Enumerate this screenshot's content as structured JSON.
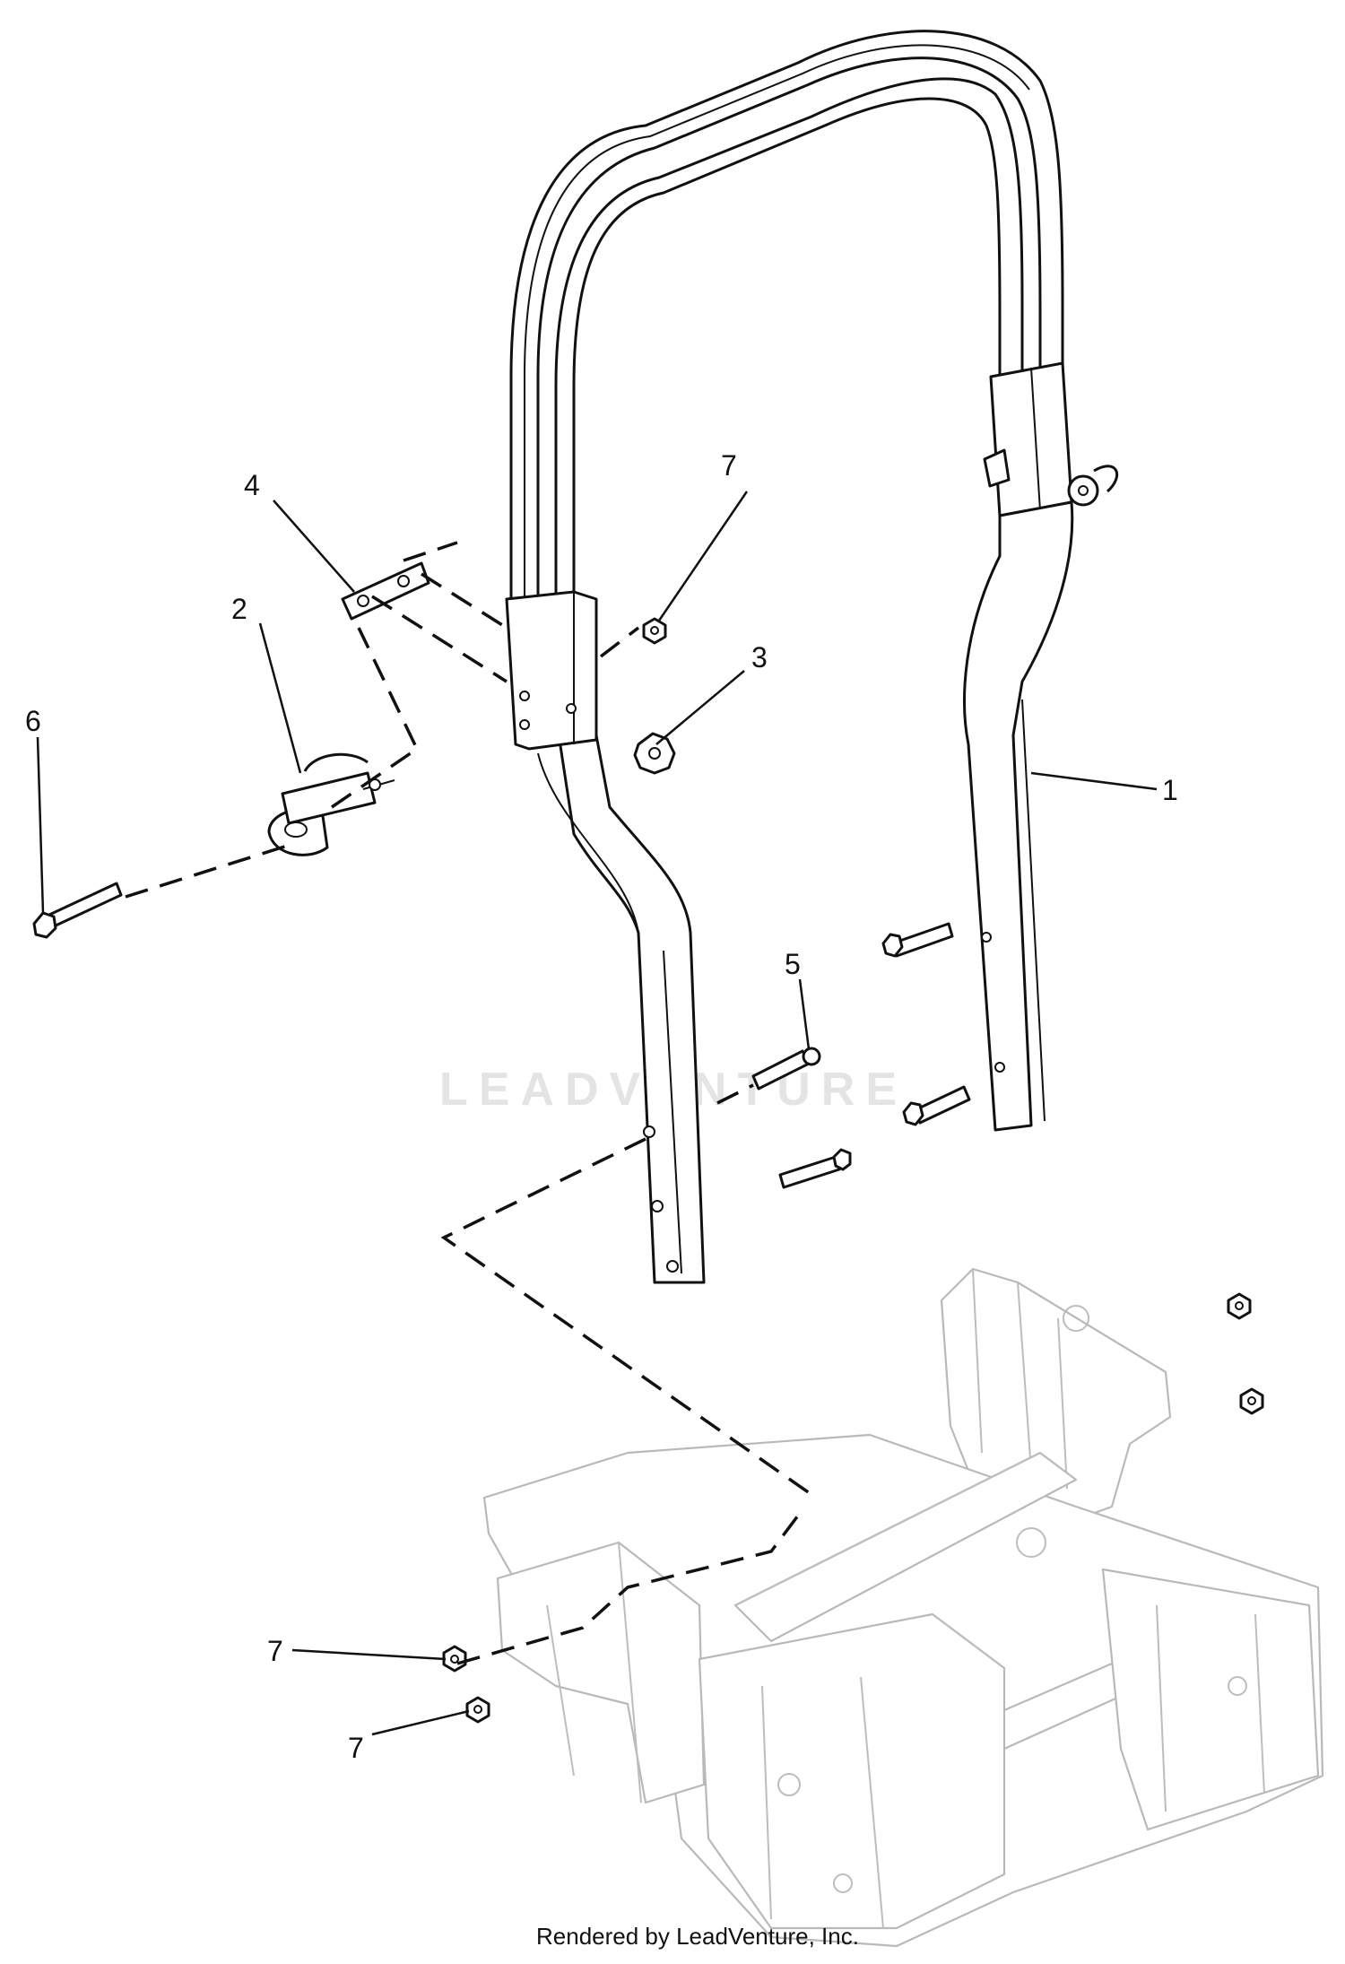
{
  "callouts": [
    {
      "id": "c1",
      "label": "1",
      "part": "roll-bar"
    },
    {
      "id": "c2",
      "label": "2",
      "part": "latch-assembly"
    },
    {
      "id": "c3",
      "label": "3",
      "part": "knob"
    },
    {
      "id": "c4",
      "label": "4",
      "part": "bracket"
    },
    {
      "id": "c5",
      "label": "5",
      "part": "pin"
    },
    {
      "id": "c6",
      "label": "6",
      "part": "bolt"
    },
    {
      "id": "c7a",
      "label": "7",
      "part": "nut"
    },
    {
      "id": "c7b",
      "label": "7",
      "part": "nut"
    },
    {
      "id": "c7c",
      "label": "7",
      "part": "nut"
    }
  ],
  "watermark": "LEADVENTURE",
  "footer": "Rendered by LeadVenture, Inc."
}
